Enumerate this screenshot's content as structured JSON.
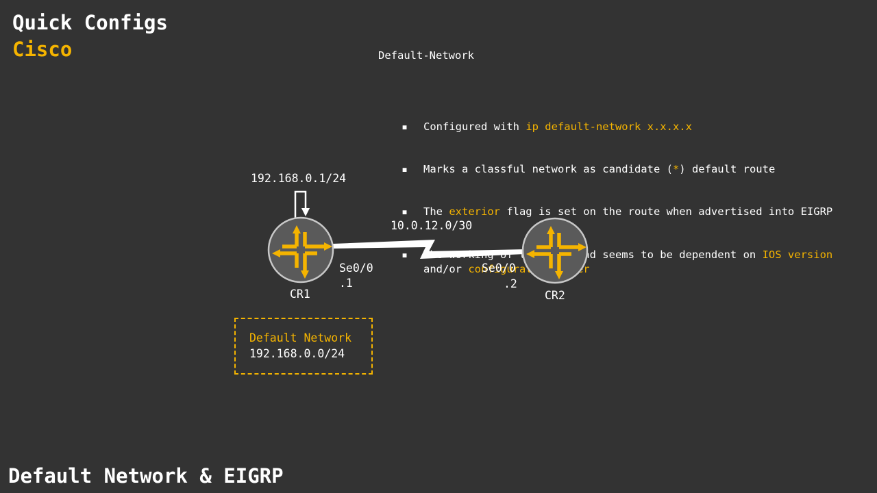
{
  "brand": {
    "line1": "Quick Configs",
    "line2": "Cisco"
  },
  "notes": {
    "heading": "Default-Network",
    "bullet1": {
      "text": "Configured with ",
      "cmd": "ip default-network x.x.x.x"
    },
    "bullet2": {
      "text": "Marks a classful network as candidate (",
      "star": "*",
      "after": ") default route"
    },
    "bullet3": {
      "before": "The ",
      "flag": "exterior",
      "after": " flag is set on the route when advertised into EIGRP"
    },
    "bullet4": {
      "text": "The working of this command seems to be dependent on ",
      "ios": "IOS version",
      "line2_before": "and/or ",
      "order": "configuration order"
    }
  },
  "diagram": {
    "loopback_label": "192.168.0.1/24",
    "link_subnet": "10.0.12.0/30",
    "cr1": {
      "name": "CR1",
      "interface": "Se0/0",
      "host": ".1"
    },
    "cr2": {
      "name": "CR2",
      "interface": "Se0/0",
      "host": ".2"
    },
    "default_network": {
      "title": "Default Network",
      "network": "192.168.0.0/24"
    }
  },
  "footer": {
    "title": "Default Network & EIGRP"
  },
  "colors": {
    "background": "#333333",
    "accent": "#f5b400",
    "router_fill": "#5a5a5a",
    "router_ring": "#c8c8c8"
  }
}
